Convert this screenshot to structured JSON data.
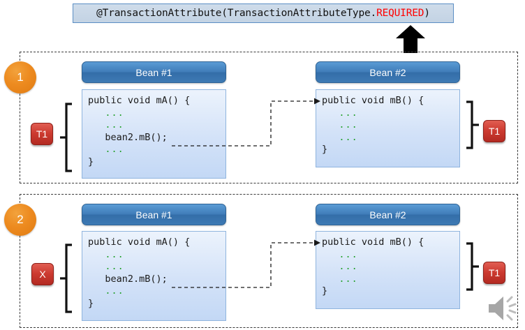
{
  "annotation": {
    "prefix": "@TransactionAttribute(TransactionAttributeType.",
    "required": "REQUIRED",
    "suffix": ")"
  },
  "sections": [
    {
      "step": "1",
      "left": {
        "title": "Bean #1",
        "code_line_1": "public void mA() {",
        "code_dots_a": "...",
        "code_dots_b": "...",
        "code_call": "bean2.mB();",
        "code_dots_c": "...",
        "code_close": "}",
        "badge": "T1"
      },
      "right": {
        "title": "Bean #2",
        "code_line_1": "public void mB() {",
        "code_dots_a": "...",
        "code_dots_b": "...",
        "code_dots_c": "...",
        "code_close": "}",
        "badge": "T1"
      }
    },
    {
      "step": "2",
      "left": {
        "title": "Bean #1",
        "code_line_1": "public void mA() {",
        "code_dots_a": "...",
        "code_dots_b": "...",
        "code_call": "bean2.mB();",
        "code_dots_c": "...",
        "code_close": "}",
        "badge": "X"
      },
      "right": {
        "title": "Bean #2",
        "code_line_1": "public void mB() {",
        "code_dots_a": "...",
        "code_dots_b": "...",
        "code_dots_c": "...",
        "code_close": "}",
        "badge": "T1"
      }
    }
  ],
  "icons": {
    "up_arrow": "up-arrow-icon",
    "speaker": "speaker-icon",
    "call_connector": "dashed-call-arrow"
  },
  "colors": {
    "accent_blue": "#3f7cb8",
    "code_bg": "#d3e2f8",
    "badge_red": "#cc3a30",
    "step_orange": "#ed8b20",
    "required_red": "#ff0000",
    "dots_green": "#22a02a"
  }
}
